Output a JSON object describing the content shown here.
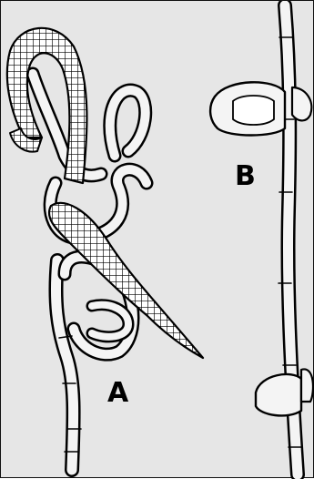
{
  "labels": {
    "a": "A",
    "b": "B"
  },
  "colors": {
    "background": "#e6e6e6",
    "tube_fill": "#f4f4f4",
    "ink": "#000000"
  },
  "figure_parts": [
    "coiled-worm-a",
    "looped-tubule-a",
    "coiled-worm-b",
    "straight-tubule-b"
  ]
}
